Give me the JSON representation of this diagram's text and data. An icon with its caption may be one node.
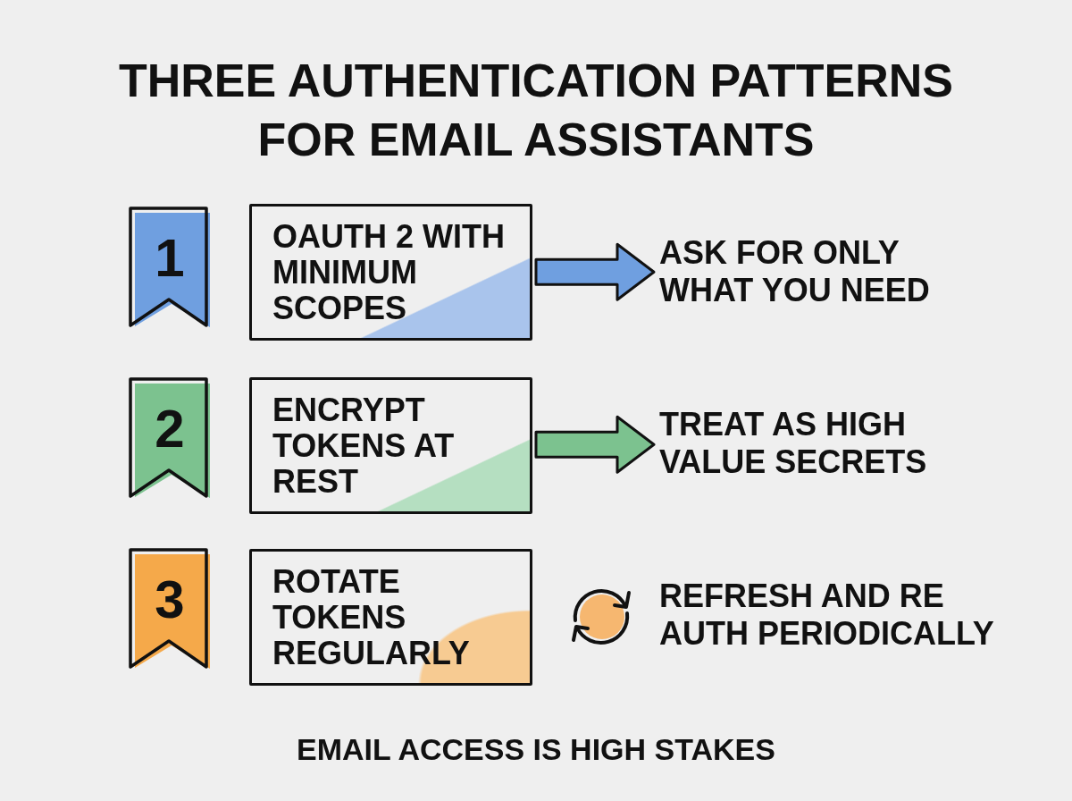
{
  "diagram": {
    "title": "THREE AUTHENTICATION PATTERNS FOR EMAIL ASSISTANTS",
    "nodes": [
      {
        "text": [
          "1"
        ]
      },
      {
        "text": [
          "OAUTH 2 WITH MINIMUM SCOPES"
        ]
      },
      {
        "text": [
          "ASK FOR ONLY WHAT YOU NEED"
        ]
      },
      {
        "text": [
          "2"
        ]
      },
      {
        "text": [
          "ENCRYPT TOKENS AT REST"
        ]
      },
      {
        "text": [
          "TREAT AS HIGH VALUE SECRETS"
        ]
      },
      {
        "text": [
          "3"
        ]
      },
      {
        "text": [
          "ROTATE TOKENS REGULARLY"
        ]
      }
    ],
    "edges": [
      {
        "from": 1,
        "to": 2,
        "arrow": "to",
        "color": "#6f9fe0"
      },
      {
        "from": 4,
        "to": 5,
        "arrow": "to",
        "color": "#7cc28f"
      }
    ],
    "labels": [
      "REFRESH AND RE AUTH PERIODICALLY"
    ],
    "caption": "EMAIL ACCESS IS HIGH STAKES"
  }
}
